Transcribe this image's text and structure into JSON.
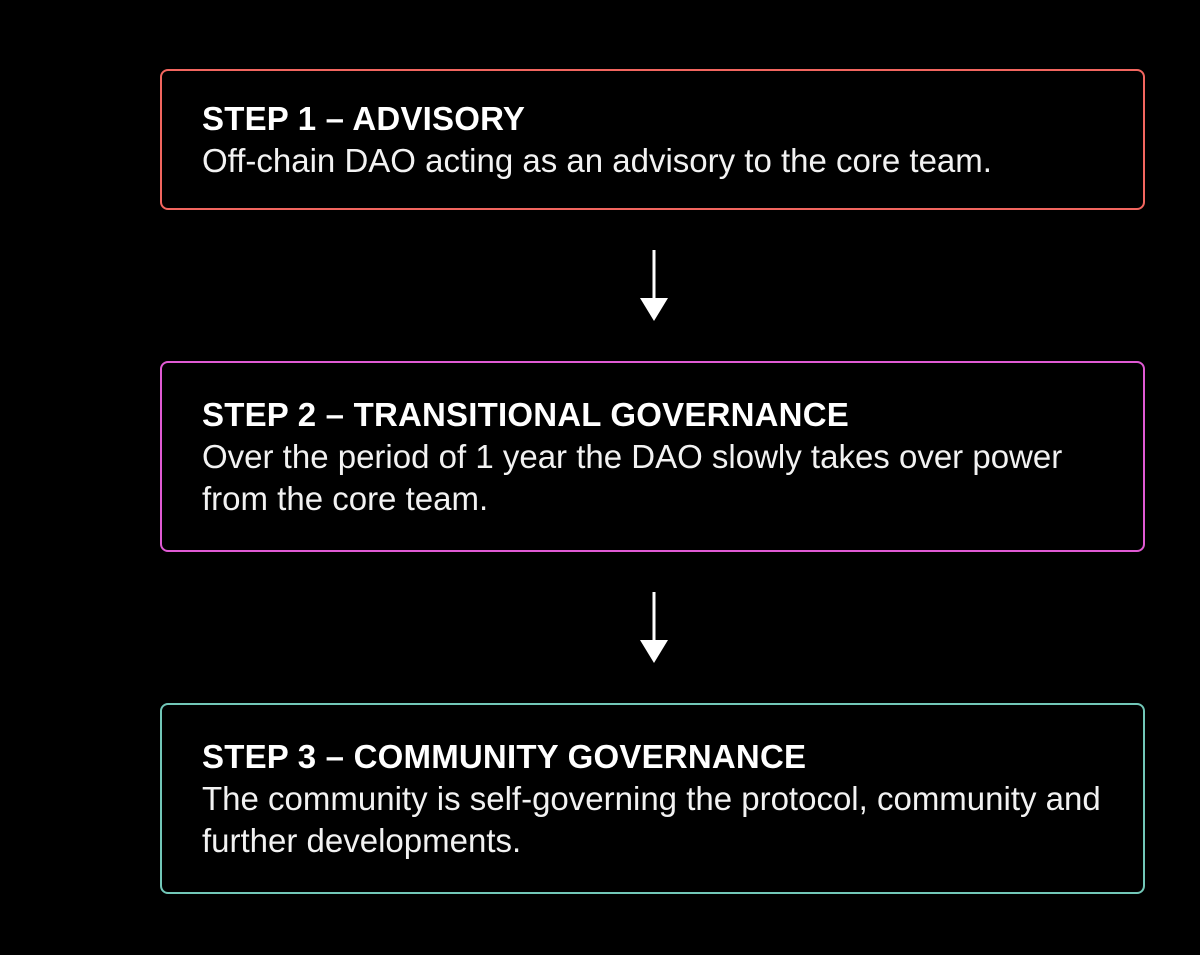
{
  "steps": [
    {
      "title": "STEP 1 – ADVISORY",
      "description": "Off-chain DAO acting as an advisory to the core team.",
      "border_color": "#f2665f"
    },
    {
      "title": "STEP 2 – TRANSITIONAL GOVERNANCE",
      "description": "Over the period of 1 year the DAO slowly takes over power from the core team.",
      "border_color": "#e05ad4"
    },
    {
      "title": "STEP 3 – COMMUNITY GOVERNANCE",
      "description": "The community is self-governing the protocol, community and further developments.",
      "border_color": "#72c7b8"
    }
  ],
  "arrows": [
    {
      "icon": "arrow-down-icon",
      "color": "#ffffff"
    },
    {
      "icon": "arrow-down-icon",
      "color": "#ffffff"
    }
  ]
}
